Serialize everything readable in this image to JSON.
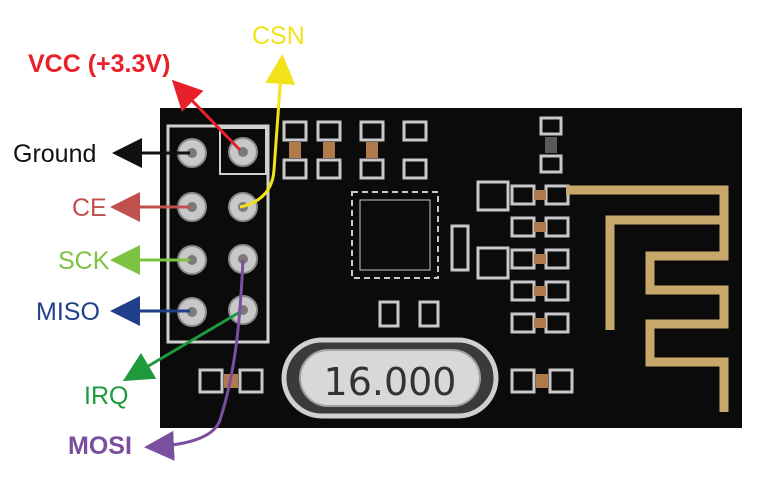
{
  "board": {
    "crystal_label": "16.000"
  },
  "pins": {
    "vcc": {
      "label": "VCC (+3.3V)",
      "color": "#e8202a"
    },
    "csn": {
      "label": "CSN",
      "color": "#f2e21c"
    },
    "ground": {
      "label": "Ground",
      "color": "#111111"
    },
    "ce": {
      "label": "CE",
      "color": "#c0504d"
    },
    "sck": {
      "label": "SCK",
      "color": "#7dc242"
    },
    "miso": {
      "label": "MISO",
      "color": "#1f3f8a"
    },
    "irq": {
      "label": "IRQ",
      "color": "#1e9a3c"
    },
    "mosi": {
      "label": "MOSI",
      "color": "#7a4fa0"
    }
  },
  "colors": {
    "pcb": "#0b0b0b",
    "pad": "#c8c8c8",
    "antenna": "#c8a86a",
    "component": "#b07a4a"
  }
}
